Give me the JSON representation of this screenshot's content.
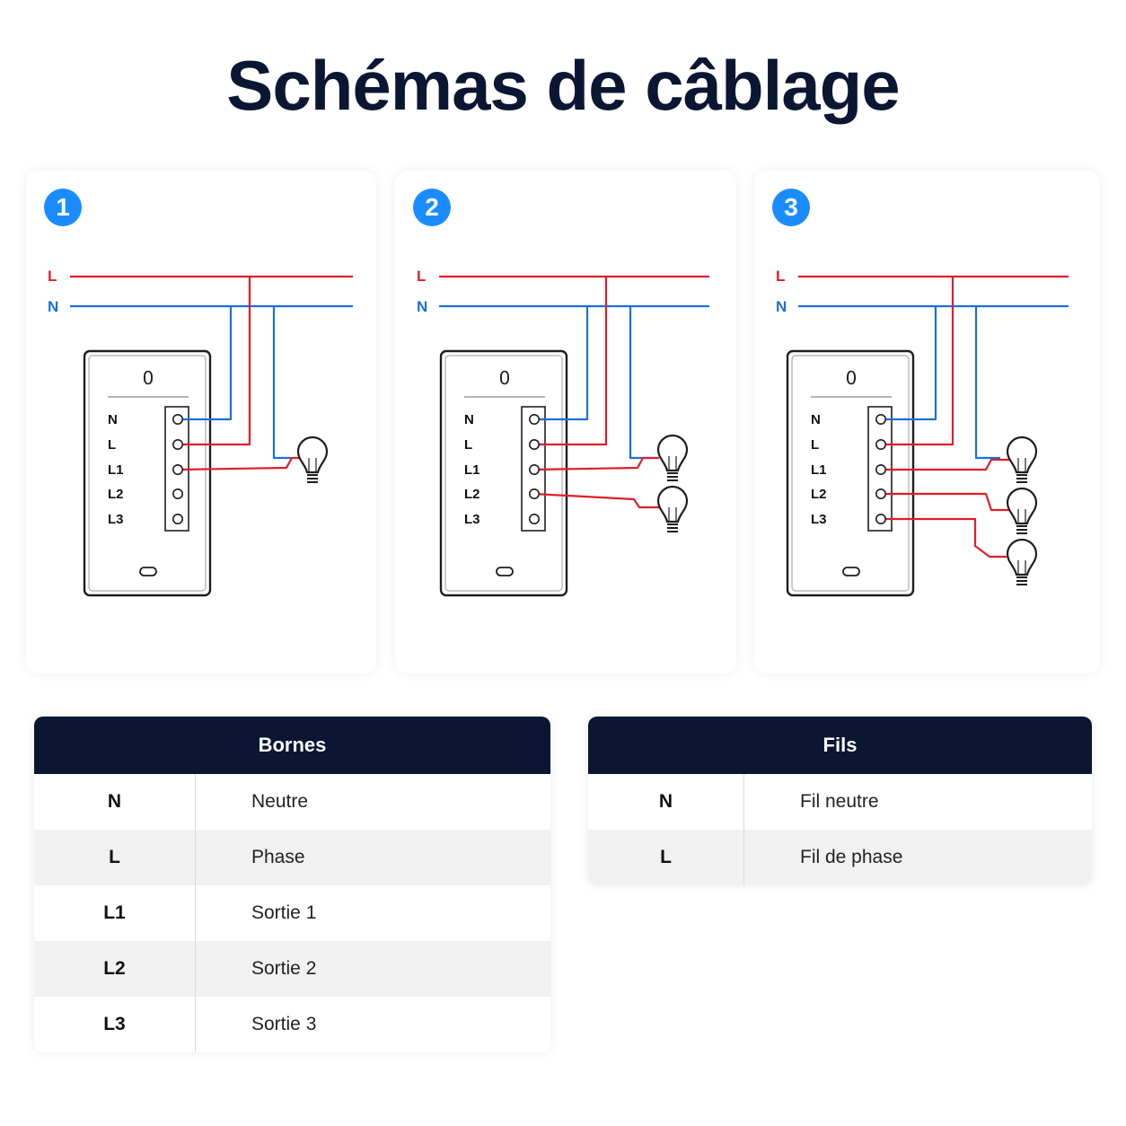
{
  "title": "Schémas de câblage",
  "colors": {
    "phase": "#e11d2a",
    "neutral": "#1a6fe0",
    "badge": "#1a8cff",
    "header": "#0b1633"
  },
  "diagrams": [
    {
      "number": "1",
      "outputs": 1
    },
    {
      "number": "2",
      "outputs": 2
    },
    {
      "number": "3",
      "outputs": 3
    }
  ],
  "wire_labels": {
    "phase": "L",
    "neutral": "N"
  },
  "switch": {
    "power_symbol": "0",
    "terminals": [
      "N",
      "L",
      "L1",
      "L2",
      "L3"
    ],
    "bulb_icon": "lightbulb-icon"
  },
  "bornes": {
    "header": "Bornes",
    "rows": [
      {
        "key": "N",
        "value": "Neutre"
      },
      {
        "key": "L",
        "value": "Phase"
      },
      {
        "key": "L1",
        "value": "Sortie 1"
      },
      {
        "key": "L2",
        "value": "Sortie 2"
      },
      {
        "key": "L3",
        "value": "Sortie 3"
      }
    ]
  },
  "fils": {
    "header": "Fils",
    "rows": [
      {
        "key": "N",
        "value": "Fil neutre"
      },
      {
        "key": "L",
        "value": "Fil de phase"
      }
    ]
  }
}
